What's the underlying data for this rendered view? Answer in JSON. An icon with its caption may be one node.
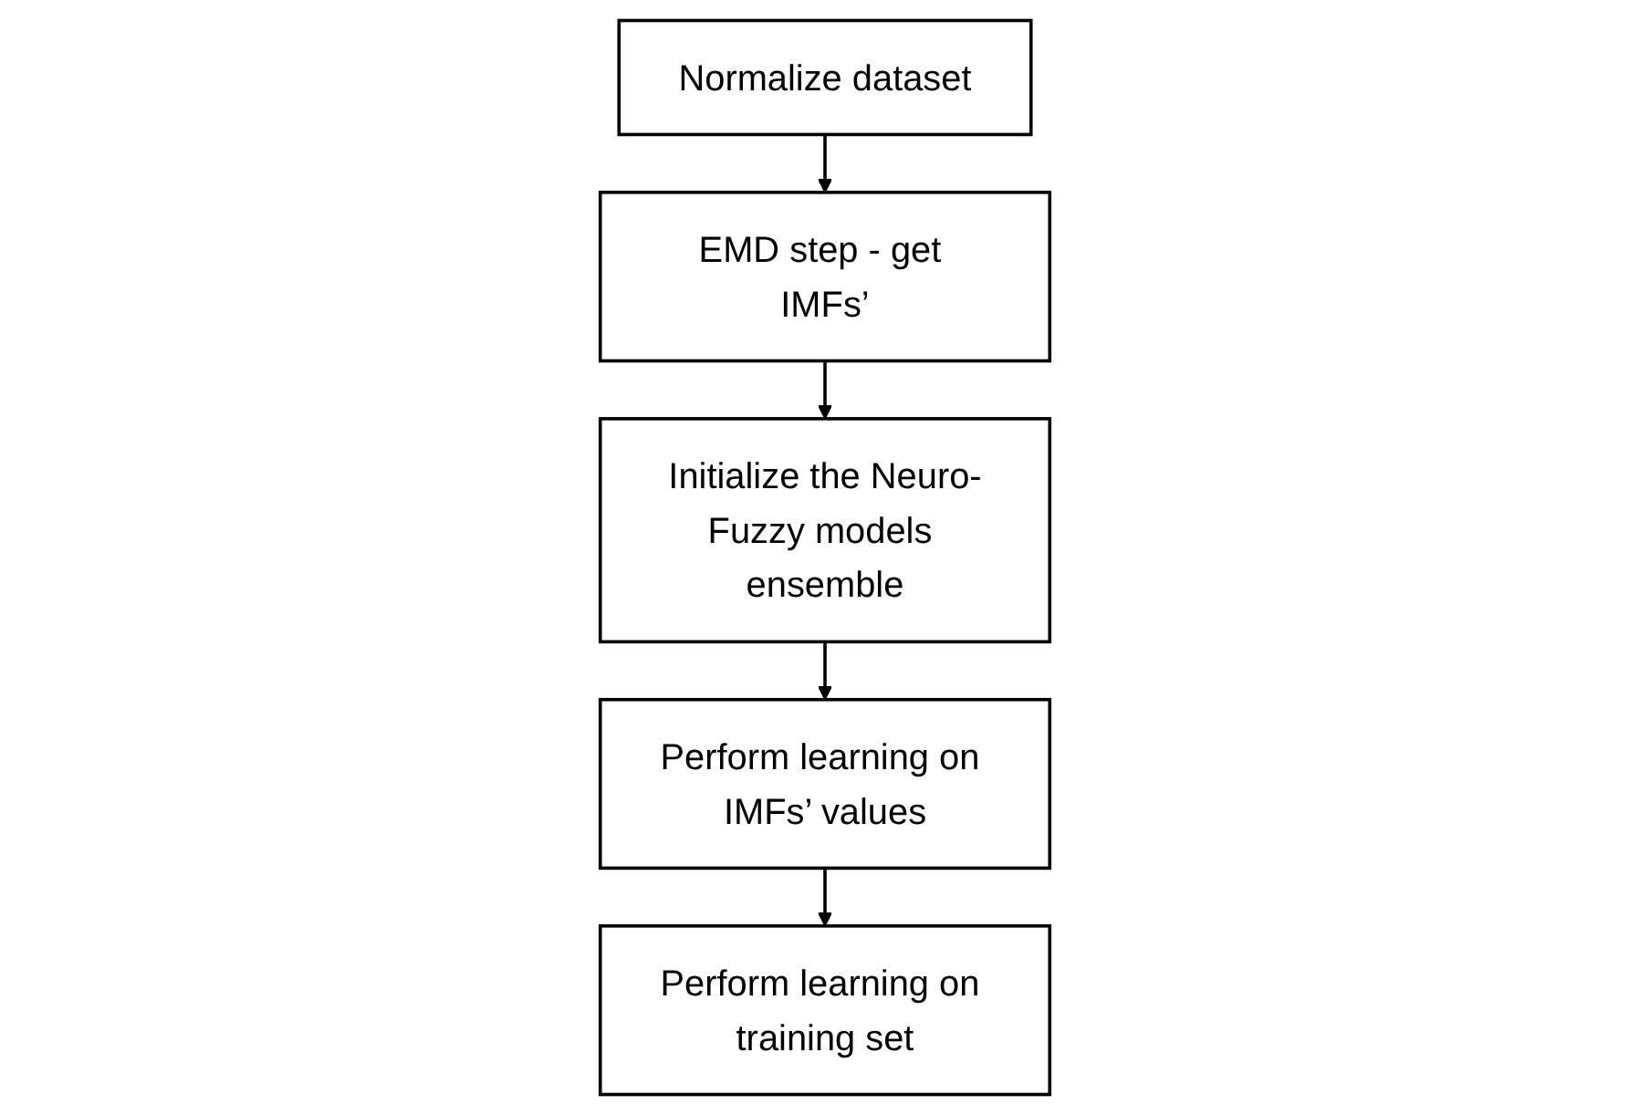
{
  "diagram": {
    "nodes": [
      {
        "text": [
          "Normalize dataset"
        ]
      },
      {
        "text": [
          "EMD step - get IMFs’"
        ]
      },
      {
        "text": [
          "Initialize the Neuro-Fuzzy models ensemble"
        ]
      },
      {
        "text": [
          "Perform learning on IMFs’ values"
        ]
      },
      {
        "text": [
          "Perform learning on training set"
        ]
      }
    ],
    "edges": [
      {
        "from": 0,
        "to": 1,
        "arrow": "to"
      },
      {
        "from": 1,
        "to": 2,
        "arrow": "to"
      },
      {
        "from": 2,
        "to": 3,
        "arrow": "to"
      },
      {
        "from": 3,
        "to": 4,
        "arrow": "to"
      }
    ]
  }
}
